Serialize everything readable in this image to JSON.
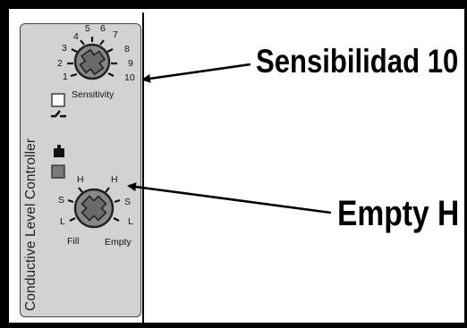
{
  "panel": {
    "title": "Conductive Level Controller"
  },
  "sensitivity_dial": {
    "scale": [
      "1",
      "2",
      "3",
      "4",
      "5",
      "6",
      "7",
      "8",
      "9",
      "10"
    ],
    "label": "Sensitivity"
  },
  "mode_dial": {
    "left_labels": [
      "H",
      "S",
      "L"
    ],
    "right_labels": [
      "H",
      "S",
      "L"
    ],
    "left_caption": "Fill",
    "right_caption": "Empty"
  },
  "callouts": {
    "sensitivity": "Sensibilidad 10",
    "mode": "Empty H"
  },
  "colors": {
    "panel": "#d2d2d2",
    "knob": "#888888",
    "frame": "#000000"
  }
}
